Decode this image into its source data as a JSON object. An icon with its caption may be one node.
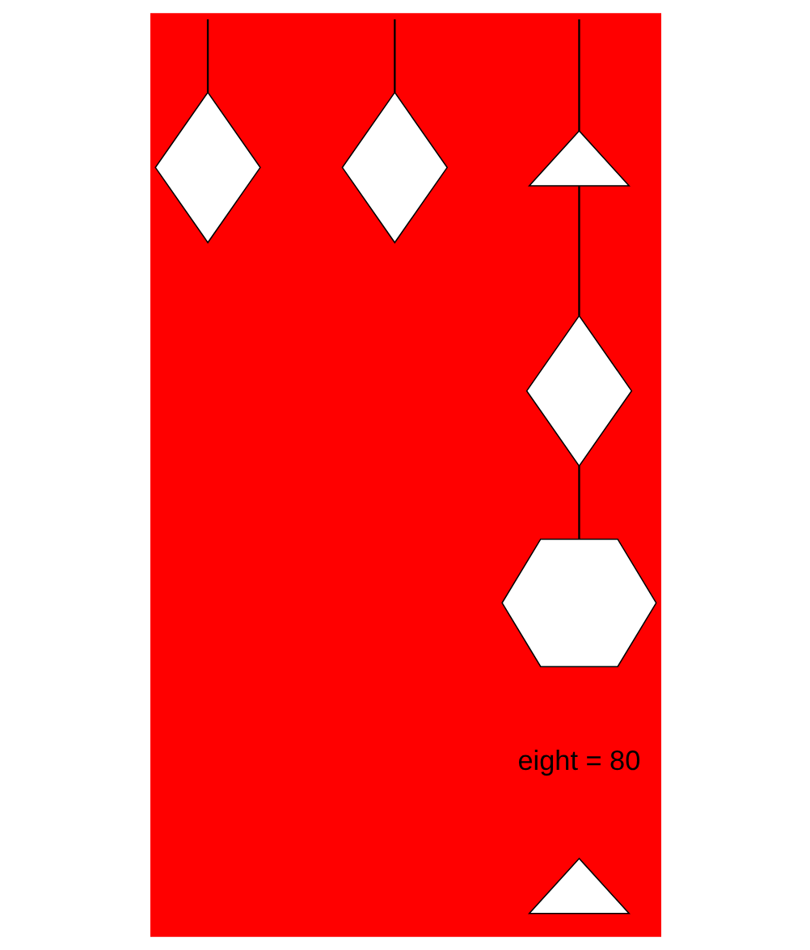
{
  "diagram": {
    "nodes": [
      {
        "text": [],
        "shape": "triangle"
      },
      {
        "text": [],
        "shape": "diamond"
      },
      {
        "text": [],
        "shape": "diamond"
      },
      {
        "text": [],
        "shape": "diamond"
      },
      {
        "text": [],
        "shape": "hexagon"
      },
      {
        "text": [],
        "shape": "triangle"
      }
    ],
    "edges": [
      {
        "from": null,
        "to": 1,
        "arrow": "none"
      },
      {
        "from": null,
        "to": 2,
        "arrow": "none"
      },
      {
        "from": null,
        "to": 0,
        "arrow": "none"
      },
      {
        "from": 0,
        "to": 3,
        "arrow": "none"
      },
      {
        "from": 3,
        "to": 4,
        "arrow": "none"
      }
    ],
    "labels": [
      "eight = 80"
    ]
  }
}
